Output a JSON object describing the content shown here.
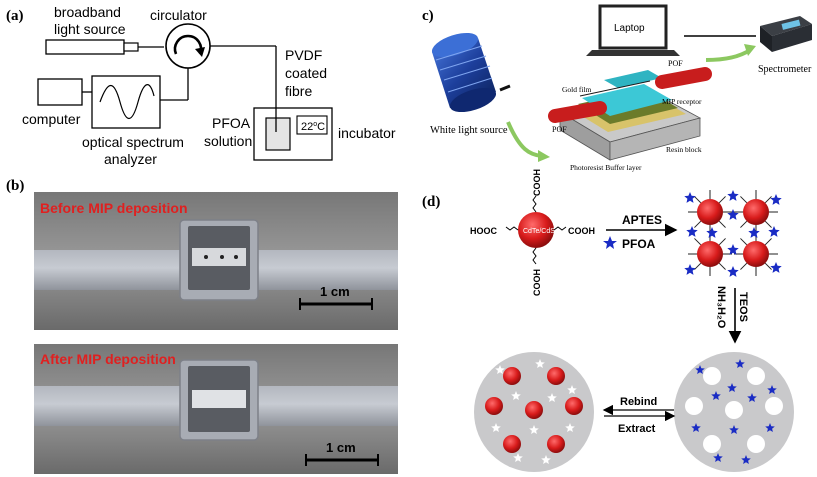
{
  "panel_a": {
    "label": "(a)",
    "broadband": [
      "broadband",
      "light source"
    ],
    "circulator": "circulator",
    "pvdf": [
      "PVDF",
      "coated",
      "fibre"
    ],
    "computer": "computer",
    "osa": [
      "optical spectrum",
      "analyzer"
    ],
    "pfoa_solution": [
      "PFOA",
      "solution"
    ],
    "temp_base": "22",
    "temp_sup": "o",
    "temp_unit": "C",
    "incubator": "incubator"
  },
  "panel_b": {
    "label": "(b)",
    "before": "Before MIP deposition",
    "after": "After MIP deposition",
    "scale": "1 cm",
    "scale2": "1 cm"
  },
  "panel_c": {
    "label": "c)",
    "laptop": "Laptop",
    "spectrometer": "Spectrometer",
    "white_light": "White light source",
    "gold_film": "Gold film",
    "pof_top": "POF",
    "pof_left": "POF",
    "mip_receptor": "MIP receptor",
    "photoresist": "Photoresist Buffer layer",
    "resin": "Resin block"
  },
  "panel_d": {
    "label": "(d)",
    "cooh_top": "COOH",
    "cooh_left": "HOOC",
    "cooh_right": "COOH",
    "cooh_bottom": "COOH",
    "qd_core": "CdTe/CdS",
    "aptes": "APTES",
    "pfoa": "PFOA",
    "teos": "TEOS",
    "nh3": "NH₃H₂O",
    "rebind": "Rebind",
    "extract": "Extract"
  },
  "colors": {
    "label_red": "#e02020",
    "qd_red": "#d81b1b",
    "star_blue": "#1a2cc4",
    "disc_gray": "#c9c9cb",
    "photo_gray": "#8e8e8e",
    "gold": "#d8c36a",
    "mip_teal": "#3cc8d6",
    "fiber_red": "#c81d1d"
  }
}
